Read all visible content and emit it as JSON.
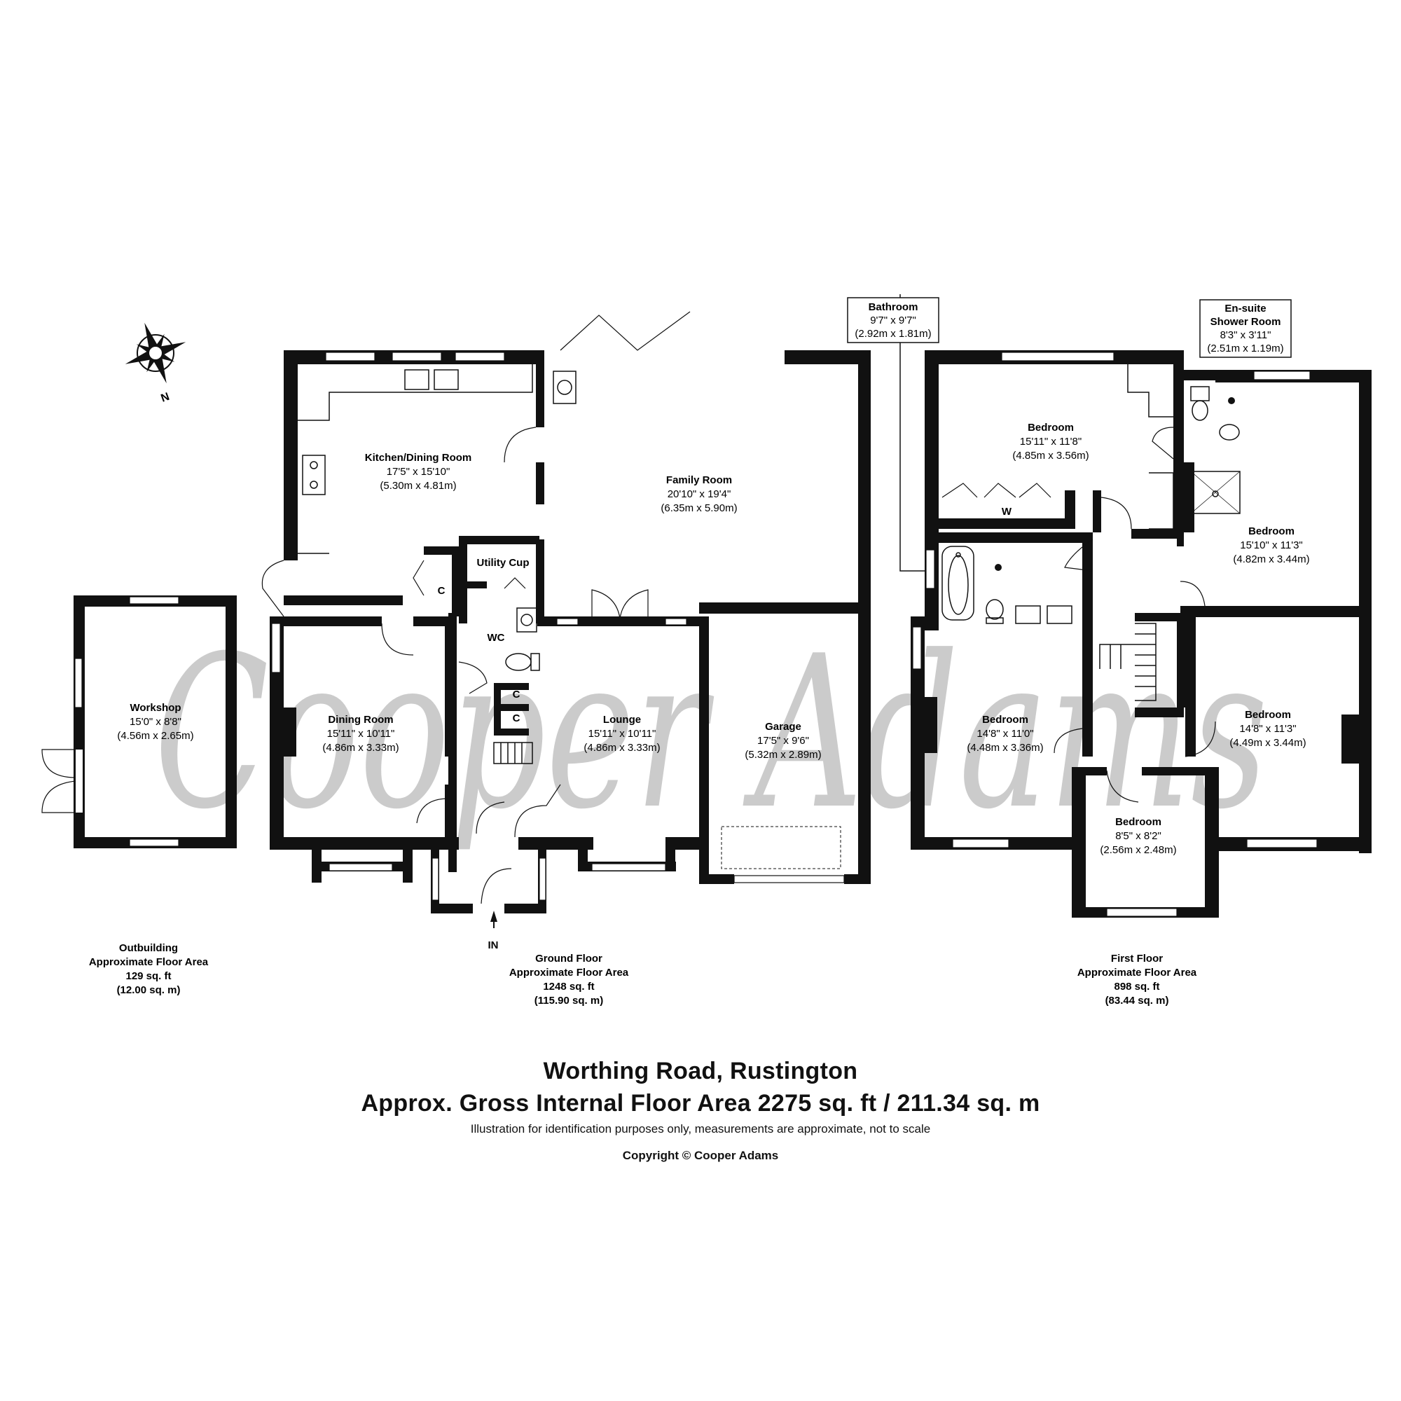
{
  "watermark": "Cooper Adams",
  "compass": {
    "label": "N",
    "icon": "compass-rose-icon"
  },
  "entrance_label": "IN",
  "rooms": [
    {
      "id": "kitchen",
      "name": "Kitchen/Dining Room",
      "imperial": "17'5\" x 15'10\"",
      "metric": "(5.30m x 4.81m)"
    },
    {
      "id": "family",
      "name": "Family Room",
      "imperial": "20'10\" x 19'4\"",
      "metric": "(6.35m x 5.90m)"
    },
    {
      "id": "utility",
      "name": "Utility Cup"
    },
    {
      "id": "wc",
      "name": "WC"
    },
    {
      "id": "dining",
      "name": "Dining Room",
      "imperial": "15'11\" x 10'11\"",
      "metric": "(4.86m x 3.33m)"
    },
    {
      "id": "lounge",
      "name": "Lounge",
      "imperial": "15'11\" x 10'11\"",
      "metric": "(4.86m x 3.33m)"
    },
    {
      "id": "garage",
      "name": "Garage",
      "imperial": "17'5\" x 9'6\"",
      "metric": "(5.32m x 2.89m)"
    },
    {
      "id": "workshop",
      "name": "Workshop",
      "imperial": "15'0\" x 8'8\"",
      "metric": "(4.56m x 2.65m)"
    },
    {
      "id": "bathroom",
      "name": "Bathroom",
      "imperial": "9'7\" x 9'7\"",
      "metric": "(2.92m x 1.81m)"
    },
    {
      "id": "ensuite",
      "name": "En-suite",
      "name2": "Shower Room",
      "imperial": "8'3\" x 3'11\"",
      "metric": "(2.51m x 1.19m)"
    },
    {
      "id": "bed1",
      "name": "Bedroom",
      "imperial": "15'11\" x 11'8\"",
      "metric": "(4.85m x 3.56m)"
    },
    {
      "id": "bed2",
      "name": "Bedroom",
      "imperial": "15'10\" x 11'3\"",
      "metric": "(4.82m x 3.44m)"
    },
    {
      "id": "bed3",
      "name": "Bedroom",
      "imperial": "14'8\" x 11'0\"",
      "metric": "(4.48m x 3.36m)"
    },
    {
      "id": "bed4",
      "name": "Bedroom",
      "imperial": "14'8\" x 11'3\"",
      "metric": "(4.49m x 3.44m)"
    },
    {
      "id": "bed5",
      "name": "Bedroom",
      "imperial": "8'5\" x 8'2\"",
      "metric": "(2.56m x 2.48m)"
    }
  ],
  "labels": {
    "cupboard": "C",
    "wardrobe": "W"
  },
  "areas": {
    "outbuilding": {
      "title": "Outbuilding",
      "subtitle": "Approximate Floor Area",
      "sqft": "129 sq. ft",
      "sqm": "(12.00 sq. m)"
    },
    "ground": {
      "title": "Ground Floor",
      "subtitle": "Approximate Floor Area",
      "sqft": "1248 sq. ft",
      "sqm": "(115.90 sq. m)"
    },
    "first": {
      "title": "First Floor",
      "subtitle": "Approximate Floor Area",
      "sqft": "898 sq. ft",
      "sqm": "(83.44 sq. m)"
    }
  },
  "footer": {
    "title": "Worthing Road, Rustington",
    "subtitle": "Approx. Gross Internal Floor Area 2275 sq. ft / 211.34 sq. m",
    "note": "Illustration for identification purposes only, measurements are approximate, not to scale",
    "copyright": "Copyright © Cooper Adams"
  }
}
